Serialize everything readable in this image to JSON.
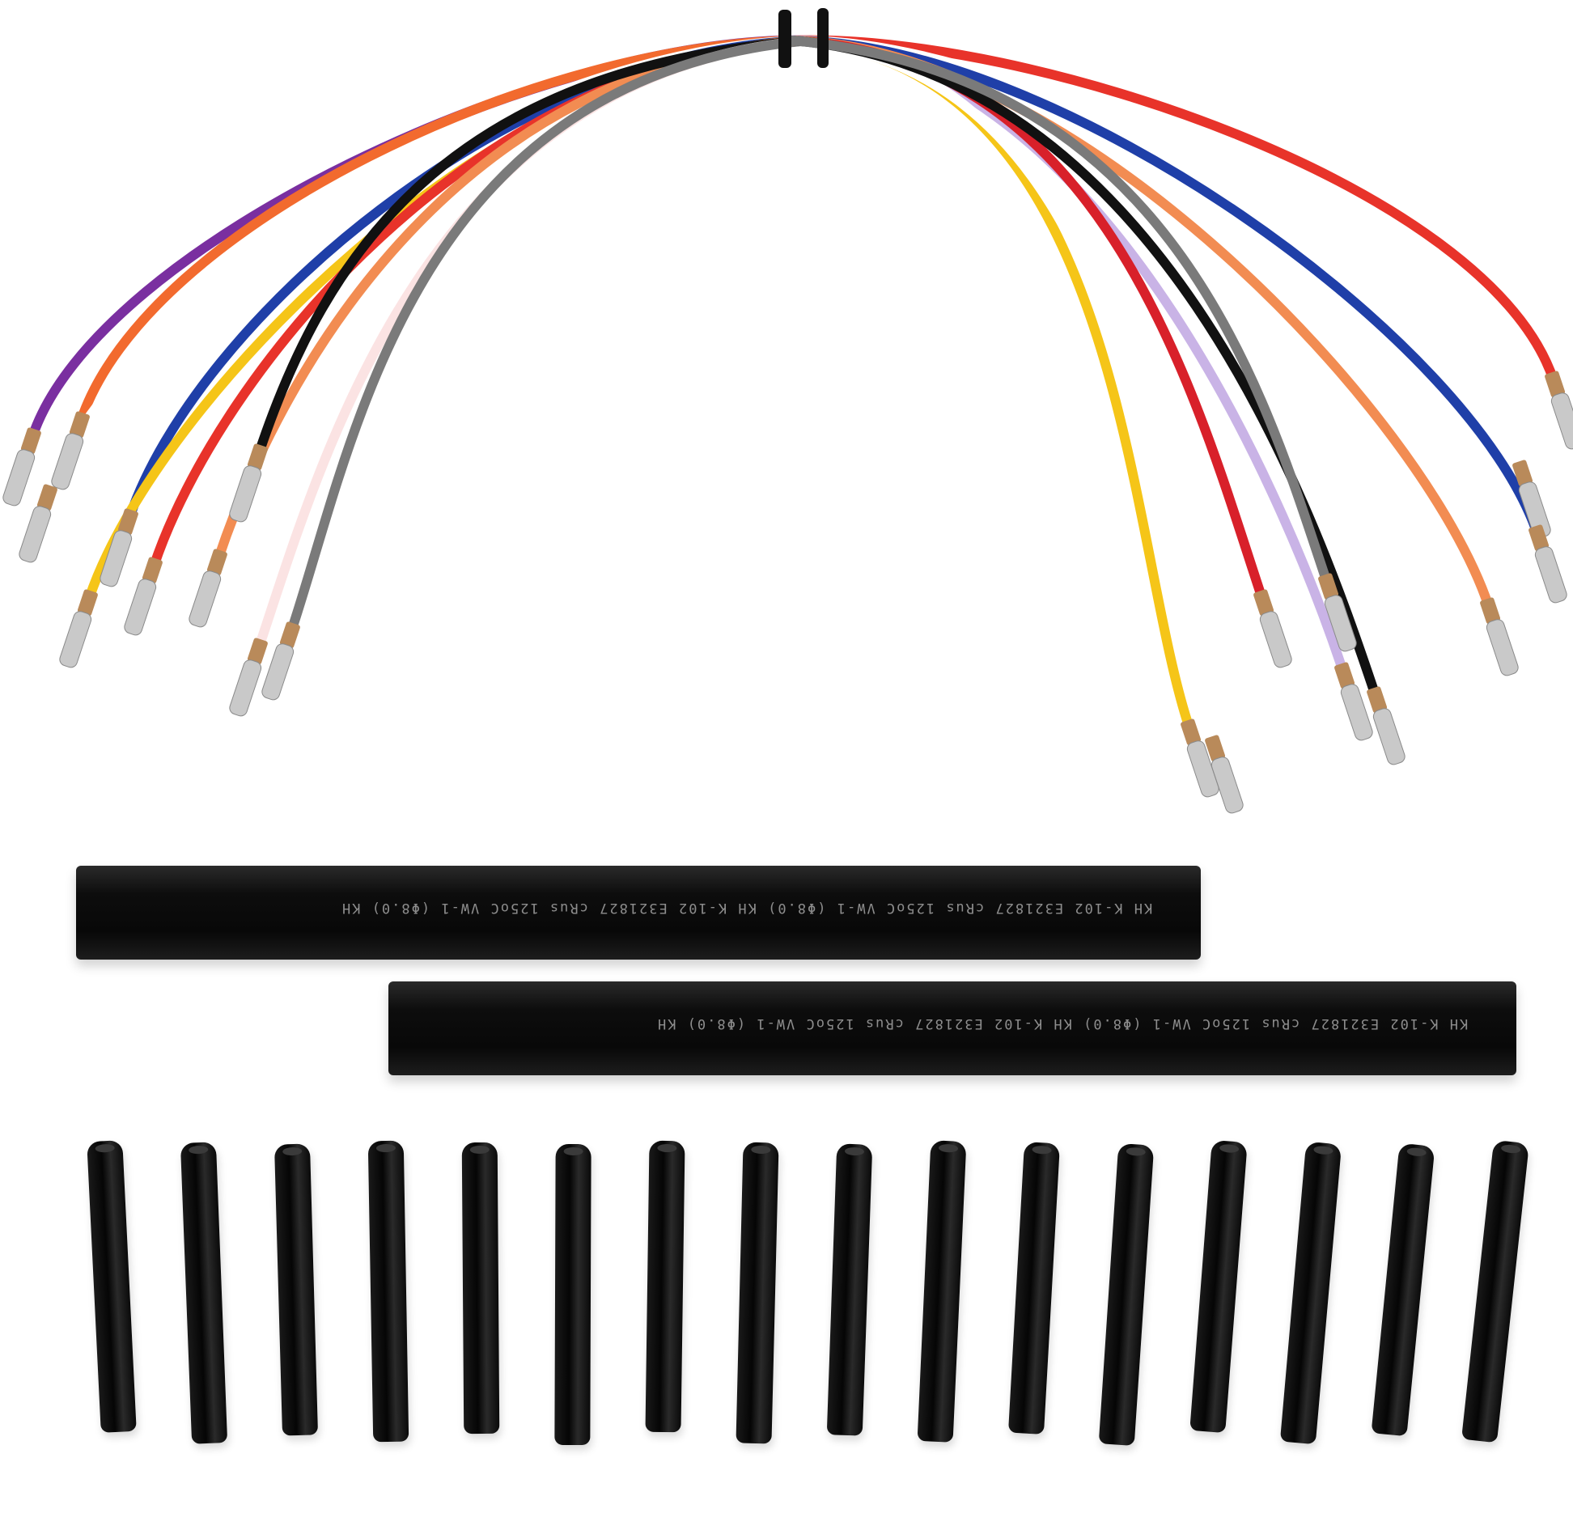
{
  "photo": {
    "subject": "wire pigtail extension kit with terminals and heat-shrink tubing",
    "wire_colors_left": [
      "#7a2fa0",
      "#f26a2e",
      "#ffffff",
      "#1f3fa8",
      "#f5c518",
      "#e8332a",
      "#f28c52",
      "#111111",
      "#fbe3e3",
      "#7a7a7a"
    ],
    "wire_colors_right": [
      "#e8332a",
      "#ffffff",
      "#1f3fa8",
      "#f28c52",
      "#c9b3e6",
      "#d8202a",
      "#f5c518",
      "#ffffff",
      "#111111",
      "#7a7a7a"
    ],
    "terminal_color": "#c9c9c9",
    "tube_color": "#0b0b0b",
    "tubes": [
      {
        "print_text": "KH K-102 E321827 cRus 125oC VW-1 (Φ8.0)   KH K-102 E321827 cRus 125oC VW-1 (Φ8.0)   KH"
      },
      {
        "print_text": "KH K-102 E321827 cRus 125oC VW-1 (Φ8.0)   KH K-102 E321827 cRus 125oC VW-1 (Φ8.0)   KH"
      }
    ],
    "small_tube_count": 16
  }
}
